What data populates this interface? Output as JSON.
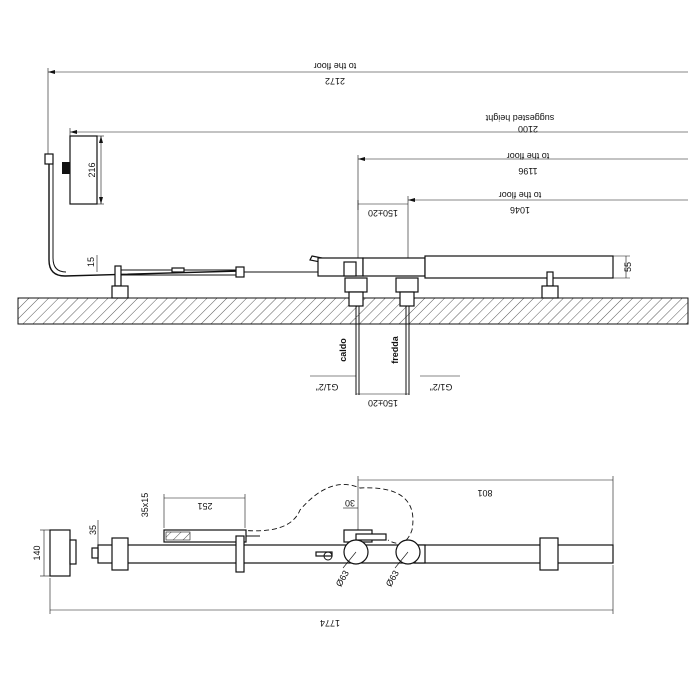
{
  "side_view": {
    "total_height": {
      "value": "2172",
      "note": "to the floor"
    },
    "suggested_height": {
      "value": "2100",
      "note": "suggested height"
    },
    "height_1196": {
      "value": "1196",
      "note": "to the floor"
    },
    "height_1046": {
      "value": "1046",
      "note": "to the floor"
    },
    "spacing_top": "150±20",
    "head_height": "216",
    "pipe_offset": "15",
    "bar_height": "55",
    "inlet_hot": "caldo",
    "inlet_cold": "fredda",
    "thread_left": "G1/2\"",
    "thread_right": "G1/2\"",
    "spacing_bottom": "150±20"
  },
  "top_view": {
    "dim_1774": "1774",
    "dim_801": "801",
    "dim_251": "251",
    "dim_35x15": "35x15",
    "dim_30": "30",
    "dim_35": "35",
    "dim_140": "140",
    "dia_left": "Ø63",
    "dia_right": "Ø63"
  }
}
